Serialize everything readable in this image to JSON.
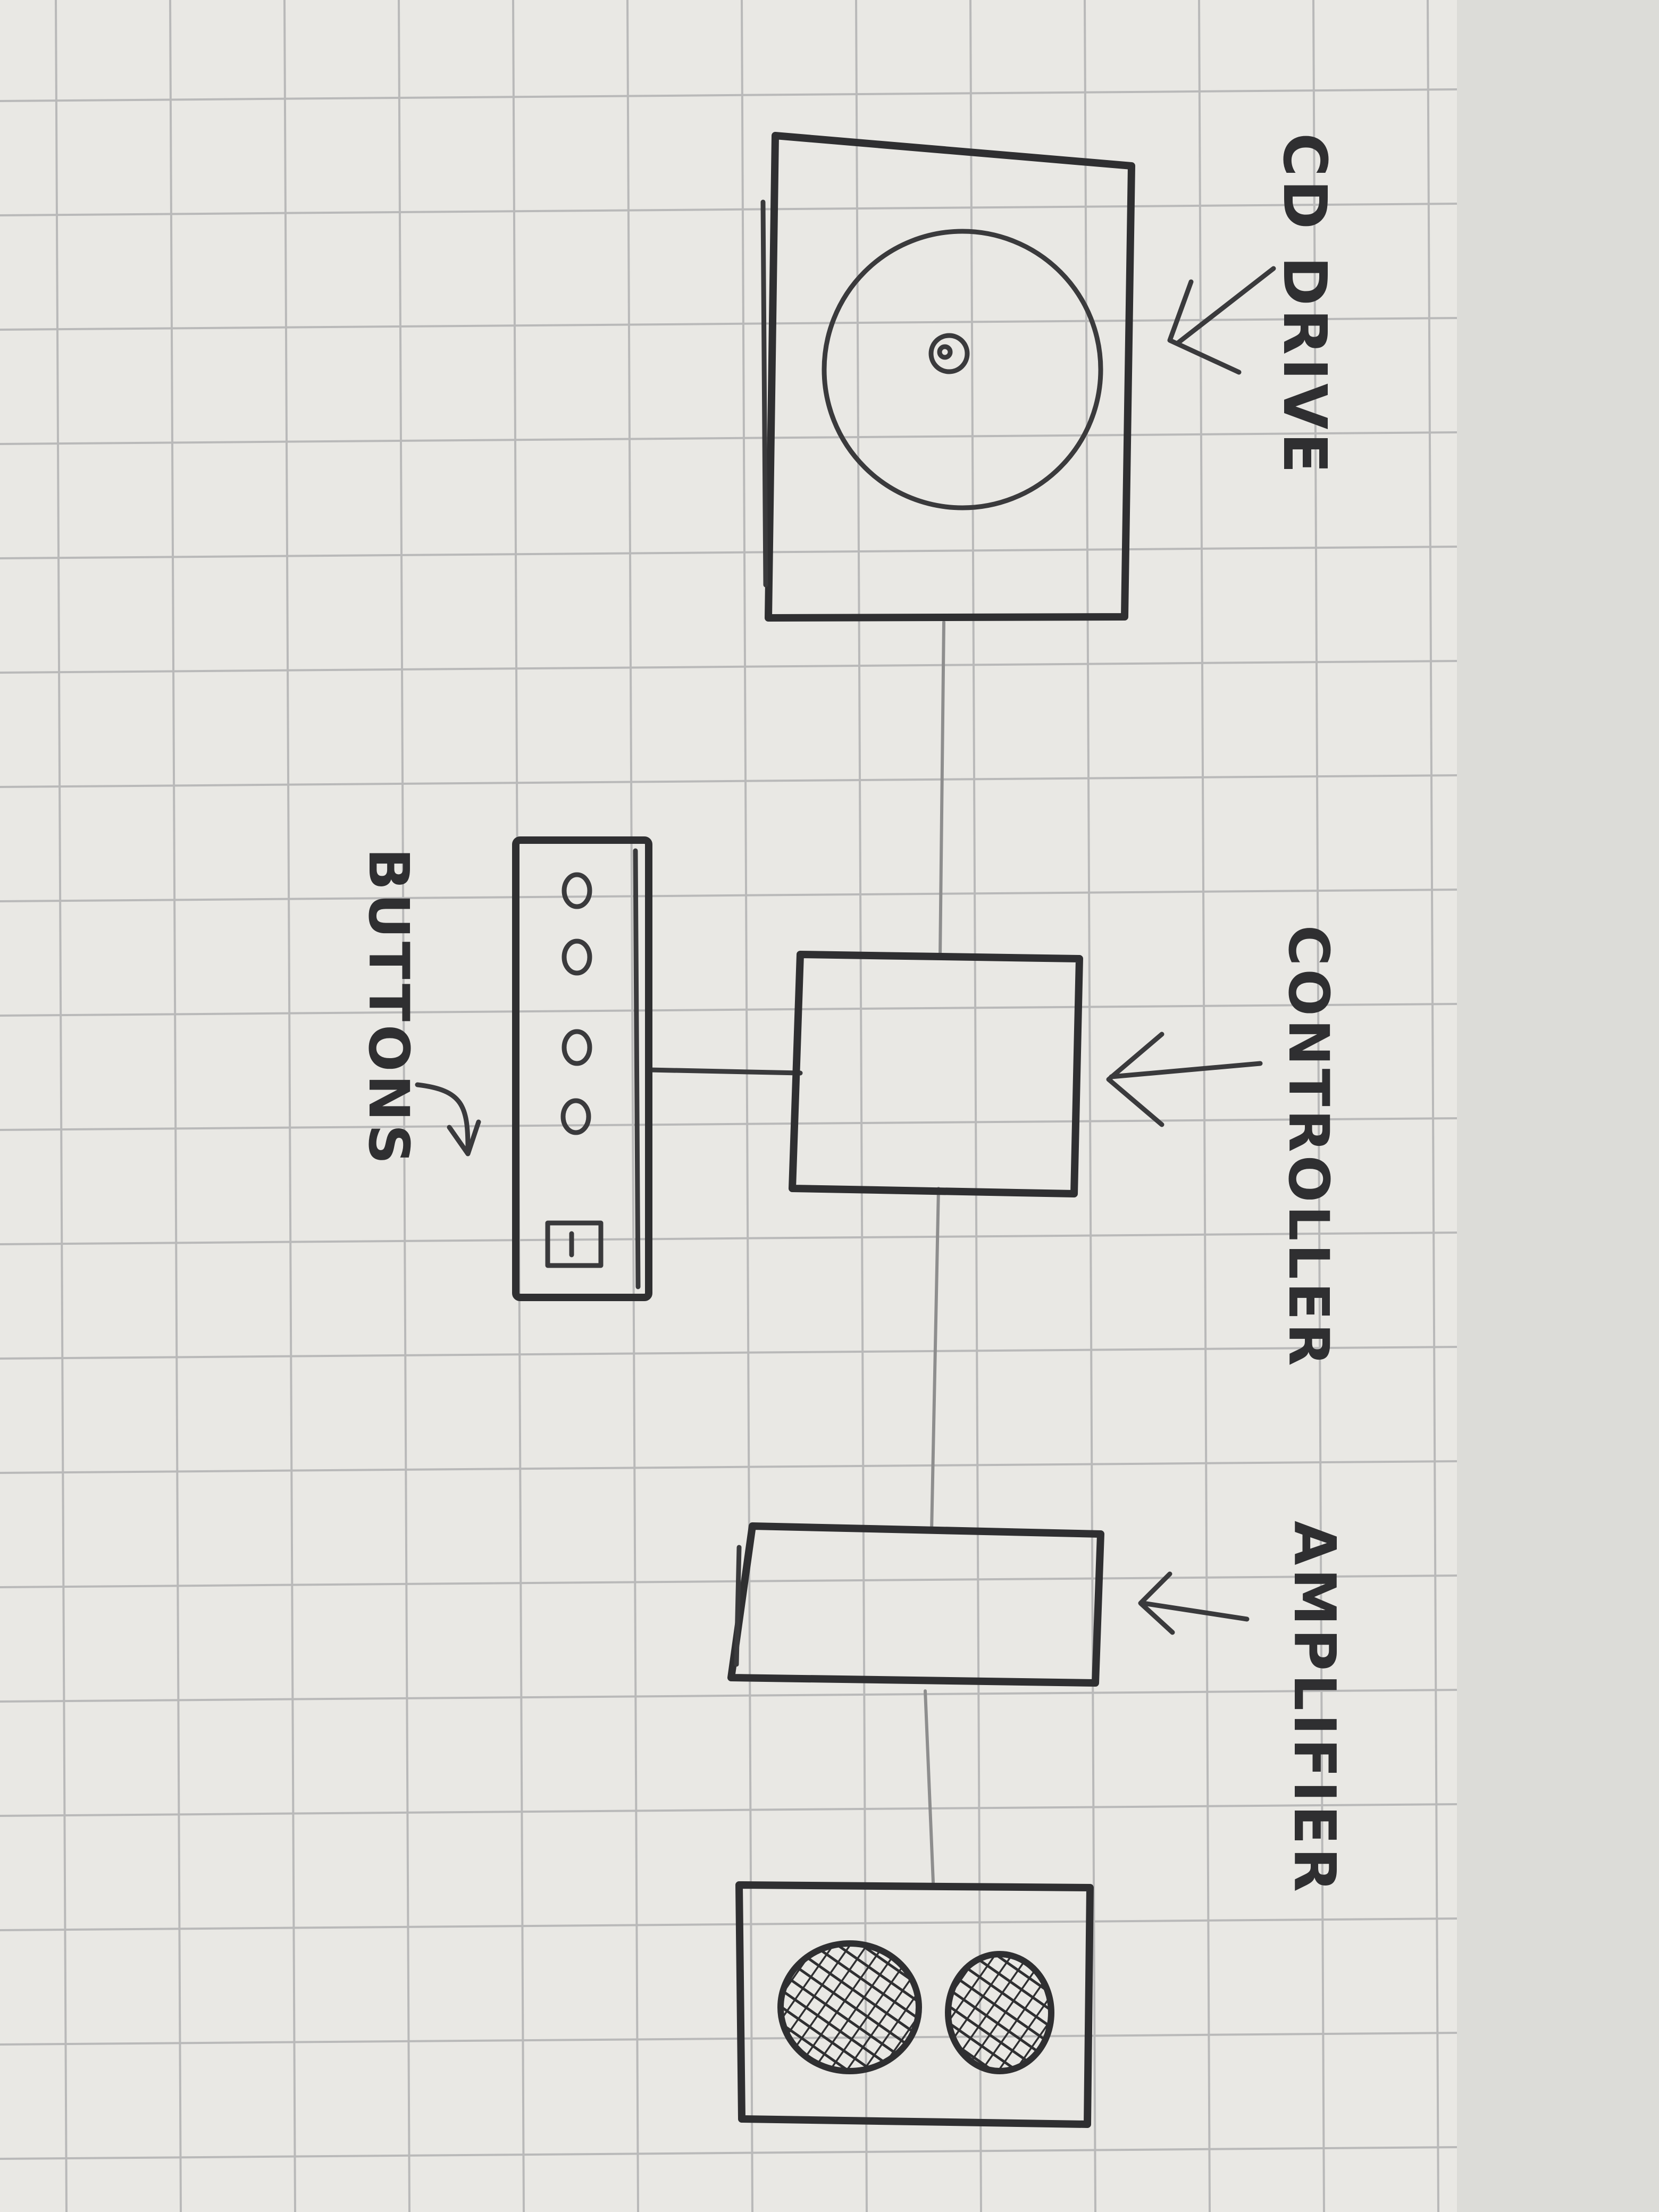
{
  "labels": {
    "cd_drive": "CD DRIVE",
    "controller": "CONTROLLER",
    "buttons": "BUTTONS",
    "amplifier": "AMPLIFIER"
  },
  "colors": {
    "paper": "#e9e8e4",
    "grid": "#b9b9b9",
    "ink": "#2f2f31",
    "wire": "#8e8e8e"
  },
  "components": [
    {
      "name": "cd-drive",
      "label_ref": "cd_drive"
    },
    {
      "name": "controller",
      "label_ref": "controller"
    },
    {
      "name": "button-panel",
      "label_ref": "buttons",
      "round_buttons": 4,
      "square_buttons": 1
    },
    {
      "name": "amplifier",
      "label_ref": "amplifier"
    },
    {
      "name": "speaker",
      "drivers": 2
    }
  ]
}
